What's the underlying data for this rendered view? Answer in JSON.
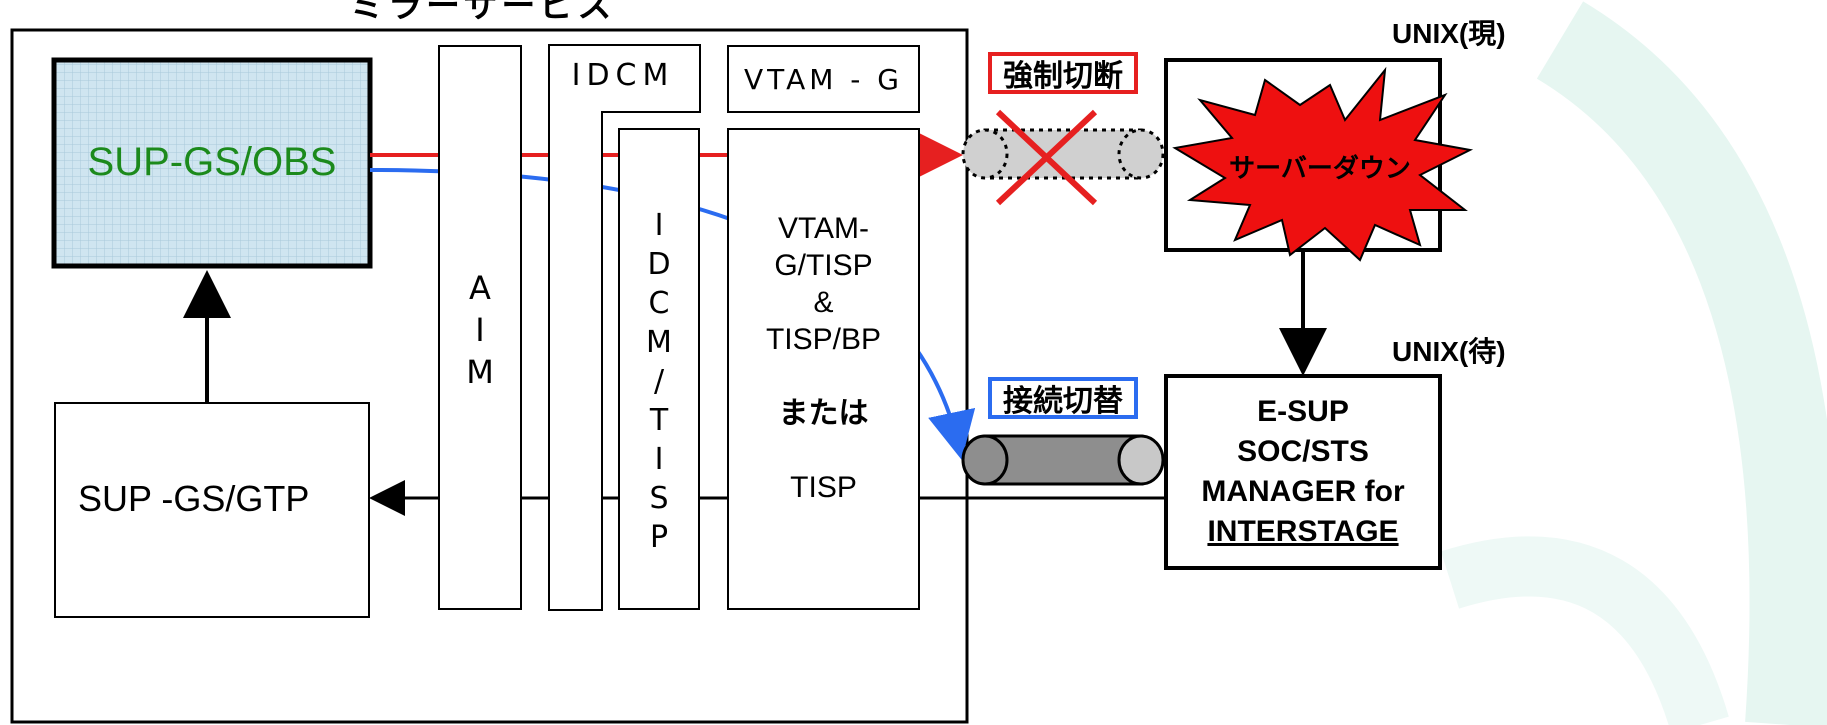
{
  "header": {
    "partial_title": "ミラーサービス"
  },
  "host_box": {
    "obs_label": "SUP-GS/OBS",
    "gtp_label": "SUP -GS/GTP"
  },
  "columns": {
    "aim_lines": [
      "A",
      "I",
      "M"
    ],
    "idcm_header": "IDCM",
    "idcm_lines": [
      "I",
      "D",
      "C",
      "M",
      "/",
      "T",
      "I",
      "S",
      "P"
    ],
    "vtam_header": "VTAM - G",
    "vtam_lines": [
      "VTAM-",
      "G/TISP",
      "&",
      "TISP/BP",
      "",
      "または",
      "",
      "TISP"
    ]
  },
  "labels": {
    "forced_cut": "強制切断",
    "switch_conn": "接続切替",
    "unix_current": "UNIX(現)",
    "unix_standby": "UNIX(待)",
    "server_down": "サーバーダウン"
  },
  "esup_lines": [
    "E-SUP",
    "SOC/STS",
    "MANAGER for",
    "INTERSTAGE"
  ],
  "colors": {
    "red": "#e62020",
    "blue": "#2b6cf0",
    "obs_text": "#1c8a1c",
    "obs_fill": "#cde3ee",
    "teal_bg": "#dff5ee"
  }
}
